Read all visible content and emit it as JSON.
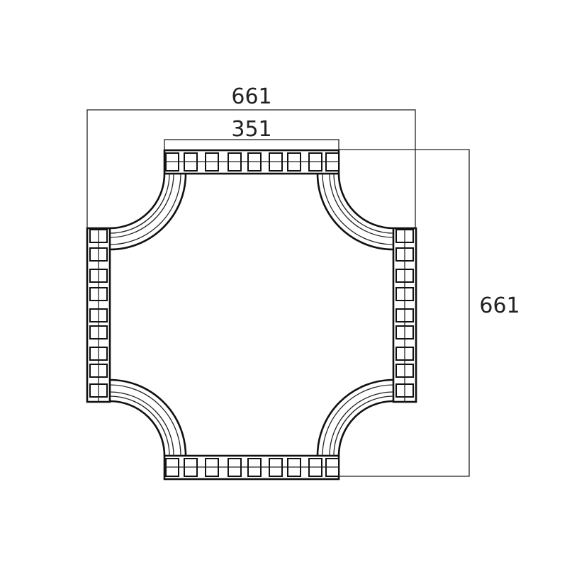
{
  "drawing": {
    "overall_width_label": "661",
    "arm_width_label": "351",
    "overall_height_label": "661",
    "line_color": "#111111",
    "background": "#ffffff"
  }
}
